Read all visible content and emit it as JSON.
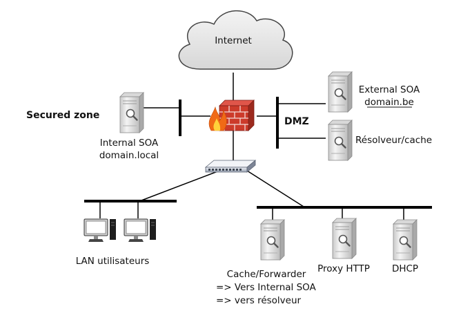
{
  "labels": {
    "internet": "Internet",
    "secured_zone": "Secured zone",
    "internal_soa_line1": "Internal SOA",
    "internal_soa_line2": "domain.local",
    "dmz": "DMZ",
    "external_soa_line1": "External SOA",
    "external_soa_line2": "domain.be",
    "resolver": "Résolveur/cache",
    "lan_users": "LAN utilisateurs",
    "cache_forwarder": "Cache/Forwarder",
    "to_internal_soa": "=> Vers Internal SOA",
    "to_resolver": "=> vers résolveur",
    "proxy_http": "Proxy HTTP",
    "dhcp": "DHCP"
  },
  "colors": {
    "line": "#000000",
    "firewall_brick": "#cc3b2b",
    "flame_outer": "#f06a16",
    "flame_inner": "#ffd23a",
    "server_body": "#e6e6e6",
    "cloud_fill": "#e9e9e9"
  }
}
